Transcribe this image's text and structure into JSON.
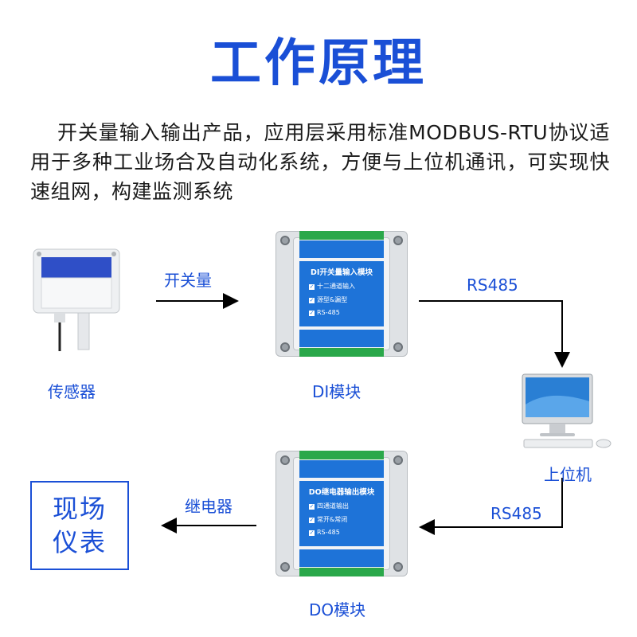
{
  "title": "工作原理",
  "intro": "开关量输入输出产品，应用层采用标准MODBUS-RTU协议适用于多种工业场合及自动化系统，方便与上位机通讯，可实现快速组网，构建监测系统",
  "sensor": {
    "label": "传感器"
  },
  "di_module": {
    "caption": "DI模块",
    "panel_title": "DI开关量输入模块",
    "features": [
      "十二通道输入",
      "源型&漏型",
      "RS-485"
    ]
  },
  "do_module": {
    "caption": "DO模块",
    "panel_title": "DO继电器输出模块",
    "features": [
      "四通道输出",
      "常开&常闭",
      "RS-485"
    ]
  },
  "computer": {
    "label": "上位机"
  },
  "field_instrument": {
    "line1": "现场",
    "line2": "仪表"
  },
  "edges": {
    "sensor_to_di": "开关量",
    "di_to_pc": "RS485",
    "pc_to_do": "RS485",
    "do_to_field": "继电器"
  },
  "colors": {
    "accent": "#1a4fd6",
    "module_blue": "#1e73d8",
    "terminal_green": "#2aa84a"
  }
}
